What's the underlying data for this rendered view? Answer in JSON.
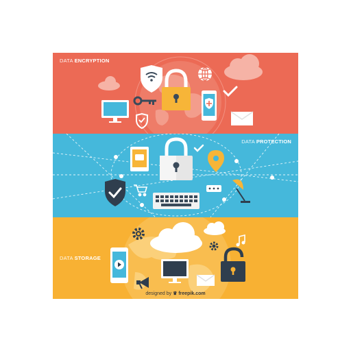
{
  "banners": [
    {
      "label_light": "DATA",
      "label_bold": "ENCRYPTION",
      "color": "#ec6a55"
    },
    {
      "label_light": "DATA",
      "label_bold": "PROTECTION",
      "color": "#45b8db"
    },
    {
      "label_light": "DATA",
      "label_bold": "STORAGE",
      "color": "#f8b133"
    }
  ],
  "credit": {
    "prefix": "designed by",
    "brand": "freepik.com"
  }
}
